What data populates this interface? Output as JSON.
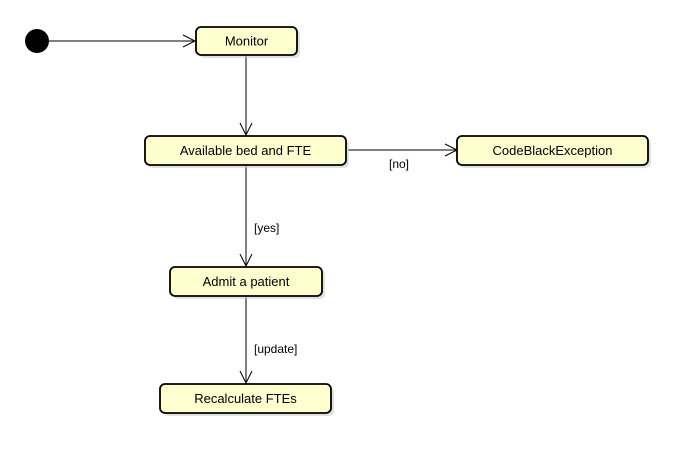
{
  "diagram": {
    "type": "activity",
    "start": {
      "id": "start"
    },
    "nodes": [
      {
        "id": "monitor",
        "label": "Monitor"
      },
      {
        "id": "available",
        "label": "Available bed and FTE"
      },
      {
        "id": "codeblack",
        "label": "CodeBlackException"
      },
      {
        "id": "admit",
        "label": "Admit a patient"
      },
      {
        "id": "recalc",
        "label": "Recalculate FTEs"
      }
    ],
    "edges": [
      {
        "from": "start",
        "to": "monitor",
        "label": ""
      },
      {
        "from": "monitor",
        "to": "available",
        "label": ""
      },
      {
        "from": "available",
        "to": "codeblack",
        "label": "[no]"
      },
      {
        "from": "available",
        "to": "admit",
        "label": "[yes]"
      },
      {
        "from": "admit",
        "to": "recalc",
        "label": "[update]"
      }
    ]
  },
  "colors": {
    "node_fill": "#fefece",
    "node_stroke": "#000000",
    "start_fill": "#000000"
  }
}
